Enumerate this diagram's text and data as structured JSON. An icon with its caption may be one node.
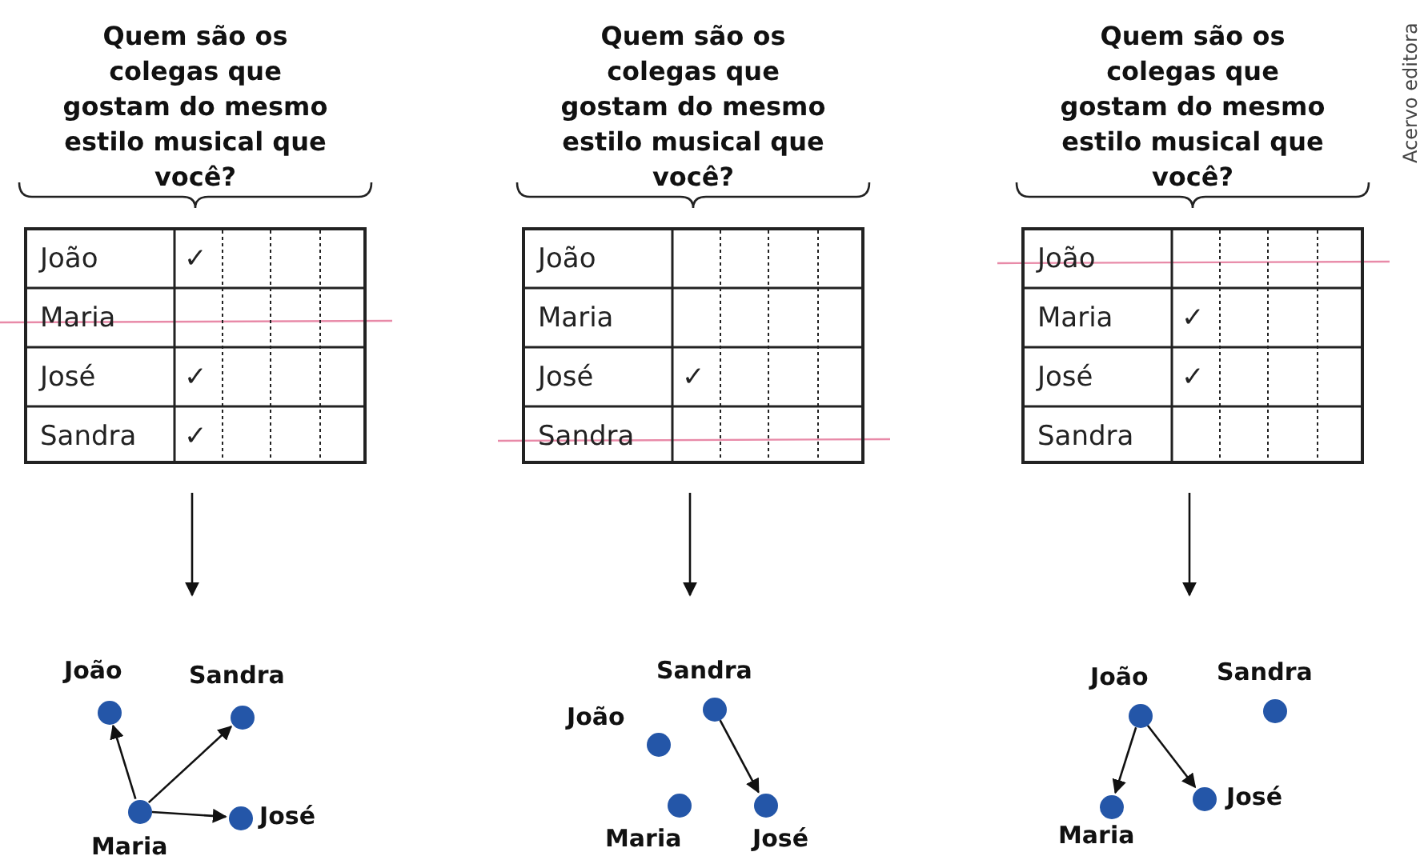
{
  "diagram": {
    "nodes": [
      {
        "text": [
          "João",
          "✓",
          "Maria",
          "José",
          "✓",
          "Sandra",
          "✓"
        ]
      },
      {
        "text": [
          "João",
          "Maria",
          "José",
          "✓",
          "Sandra"
        ]
      },
      {
        "text": [
          "João",
          "Maria",
          "✓",
          "José",
          "✓",
          "Sandra"
        ]
      },
      {
        "text": [],
        "shape": "circle",
        "beside": [
          "João"
        ]
      },
      {
        "text": [],
        "shape": "circle",
        "beside": [
          "Sandra"
        ]
      },
      {
        "text": [],
        "shape": "circle",
        "beside": [
          "Maria"
        ]
      },
      {
        "text": [],
        "shape": "circle",
        "beside": [
          "José"
        ]
      },
      {
        "text": [],
        "shape": "circle",
        "beside": [
          "Sandra"
        ]
      },
      {
        "text": [],
        "shape": "circle",
        "beside": [
          "João"
        ]
      },
      {
        "text": [],
        "shape": "circle",
        "beside": [
          "Maria"
        ]
      },
      {
        "text": [],
        "shape": "circle",
        "beside": [
          "José"
        ]
      },
      {
        "text": [],
        "shape": "circle",
        "beside": [
          "João"
        ]
      },
      {
        "text": [],
        "shape": "circle",
        "beside": [
          "Sandra"
        ]
      },
      {
        "text": [],
        "shape": "circle",
        "beside": [
          "José"
        ]
      },
      {
        "text": [],
        "shape": "circle",
        "beside": [
          "Maria"
        ]
      }
    ],
    "edges": [
      {
        "from": 0,
        "to": null,
        "arrow": "to"
      },
      {
        "from": 1,
        "to": null,
        "arrow": "to"
      },
      {
        "from": 2,
        "to": null,
        "arrow": "to"
      },
      {
        "from": 5,
        "to": 3,
        "arrow": "to"
      },
      {
        "from": 5,
        "to": 4,
        "arrow": "to"
      },
      {
        "from": 5,
        "to": 6,
        "arrow": "to"
      },
      {
        "from": 7,
        "to": 10,
        "arrow": "to"
      },
      {
        "from": 11,
        "to": 14,
        "arrow": "to"
      },
      {
        "from": 11,
        "to": 13,
        "arrow": "to"
      }
    ],
    "labels": [
      "Quem são os colegas que gostam do mesmo estilo musical que você?",
      "Quem são os colegas que gostam do mesmo estilo musical que você?",
      "Quem são os colegas que gostam do mesmo estilo musical que você?",
      "Acervo editora"
    ]
  }
}
